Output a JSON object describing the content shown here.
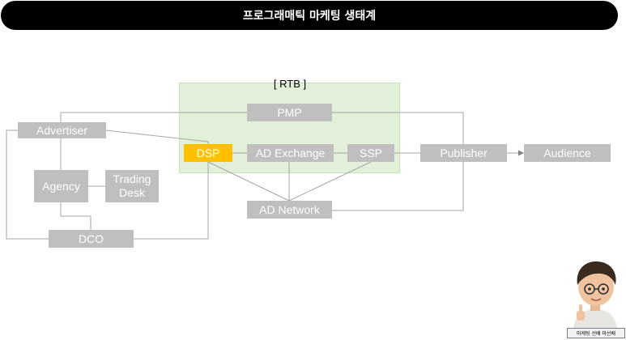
{
  "title": "프로그래매틱 마케팅 생태계",
  "zone_label": "[ RTB ]",
  "nodes": {
    "pmp": "PMP",
    "advertiser": "Advertiser",
    "dsp": "DSP",
    "ad_exchange": "AD Exchange",
    "ssp": "SSP",
    "publisher": "Publisher",
    "audience": "Audience",
    "agency": "Agency",
    "trading_desk_line1": "Trading",
    "trading_desk_line2": "Desk",
    "ad_network": "AD Network",
    "dco": "DCO"
  },
  "badge": "마케팅 선배 마선배",
  "colors": {
    "node": "#bfbfbf",
    "highlight": "#ffc000",
    "rtb_zone": "#e2efd9",
    "lines": "#a6a6a6",
    "title_bg": "#000000"
  }
}
